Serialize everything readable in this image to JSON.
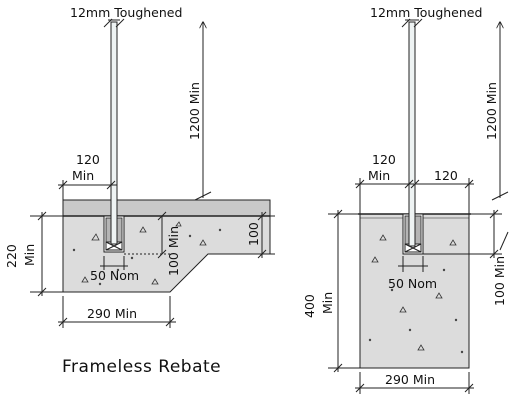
{
  "left_detail": {
    "glass_label": "12mm Toughened",
    "height_label": "1200 Min",
    "edge_dim_value": "120",
    "edge_dim_unit": "Min",
    "depth_value": "220",
    "depth_unit": "Min",
    "rebate_label": "100 Min",
    "step_dim": "100",
    "nom_label": "50 Nom",
    "width_label": "290 Min",
    "title": "Frameless Rebate"
  },
  "right_detail": {
    "glass_label": "12mm Toughened",
    "height_label": "1200 Min",
    "edge_dim_value": "120",
    "edge_dim_unit": "Min",
    "right_dim": "120",
    "depth_value": "400",
    "depth_unit": "Min",
    "nom_label": "50 Nom",
    "rebate_label": "100 Min",
    "width_label": "290 Min"
  },
  "colors": {
    "concrete": "#dcdcdc",
    "screed": "#c9c9c9",
    "glass": "#eef3f3",
    "line": "#222222"
  }
}
